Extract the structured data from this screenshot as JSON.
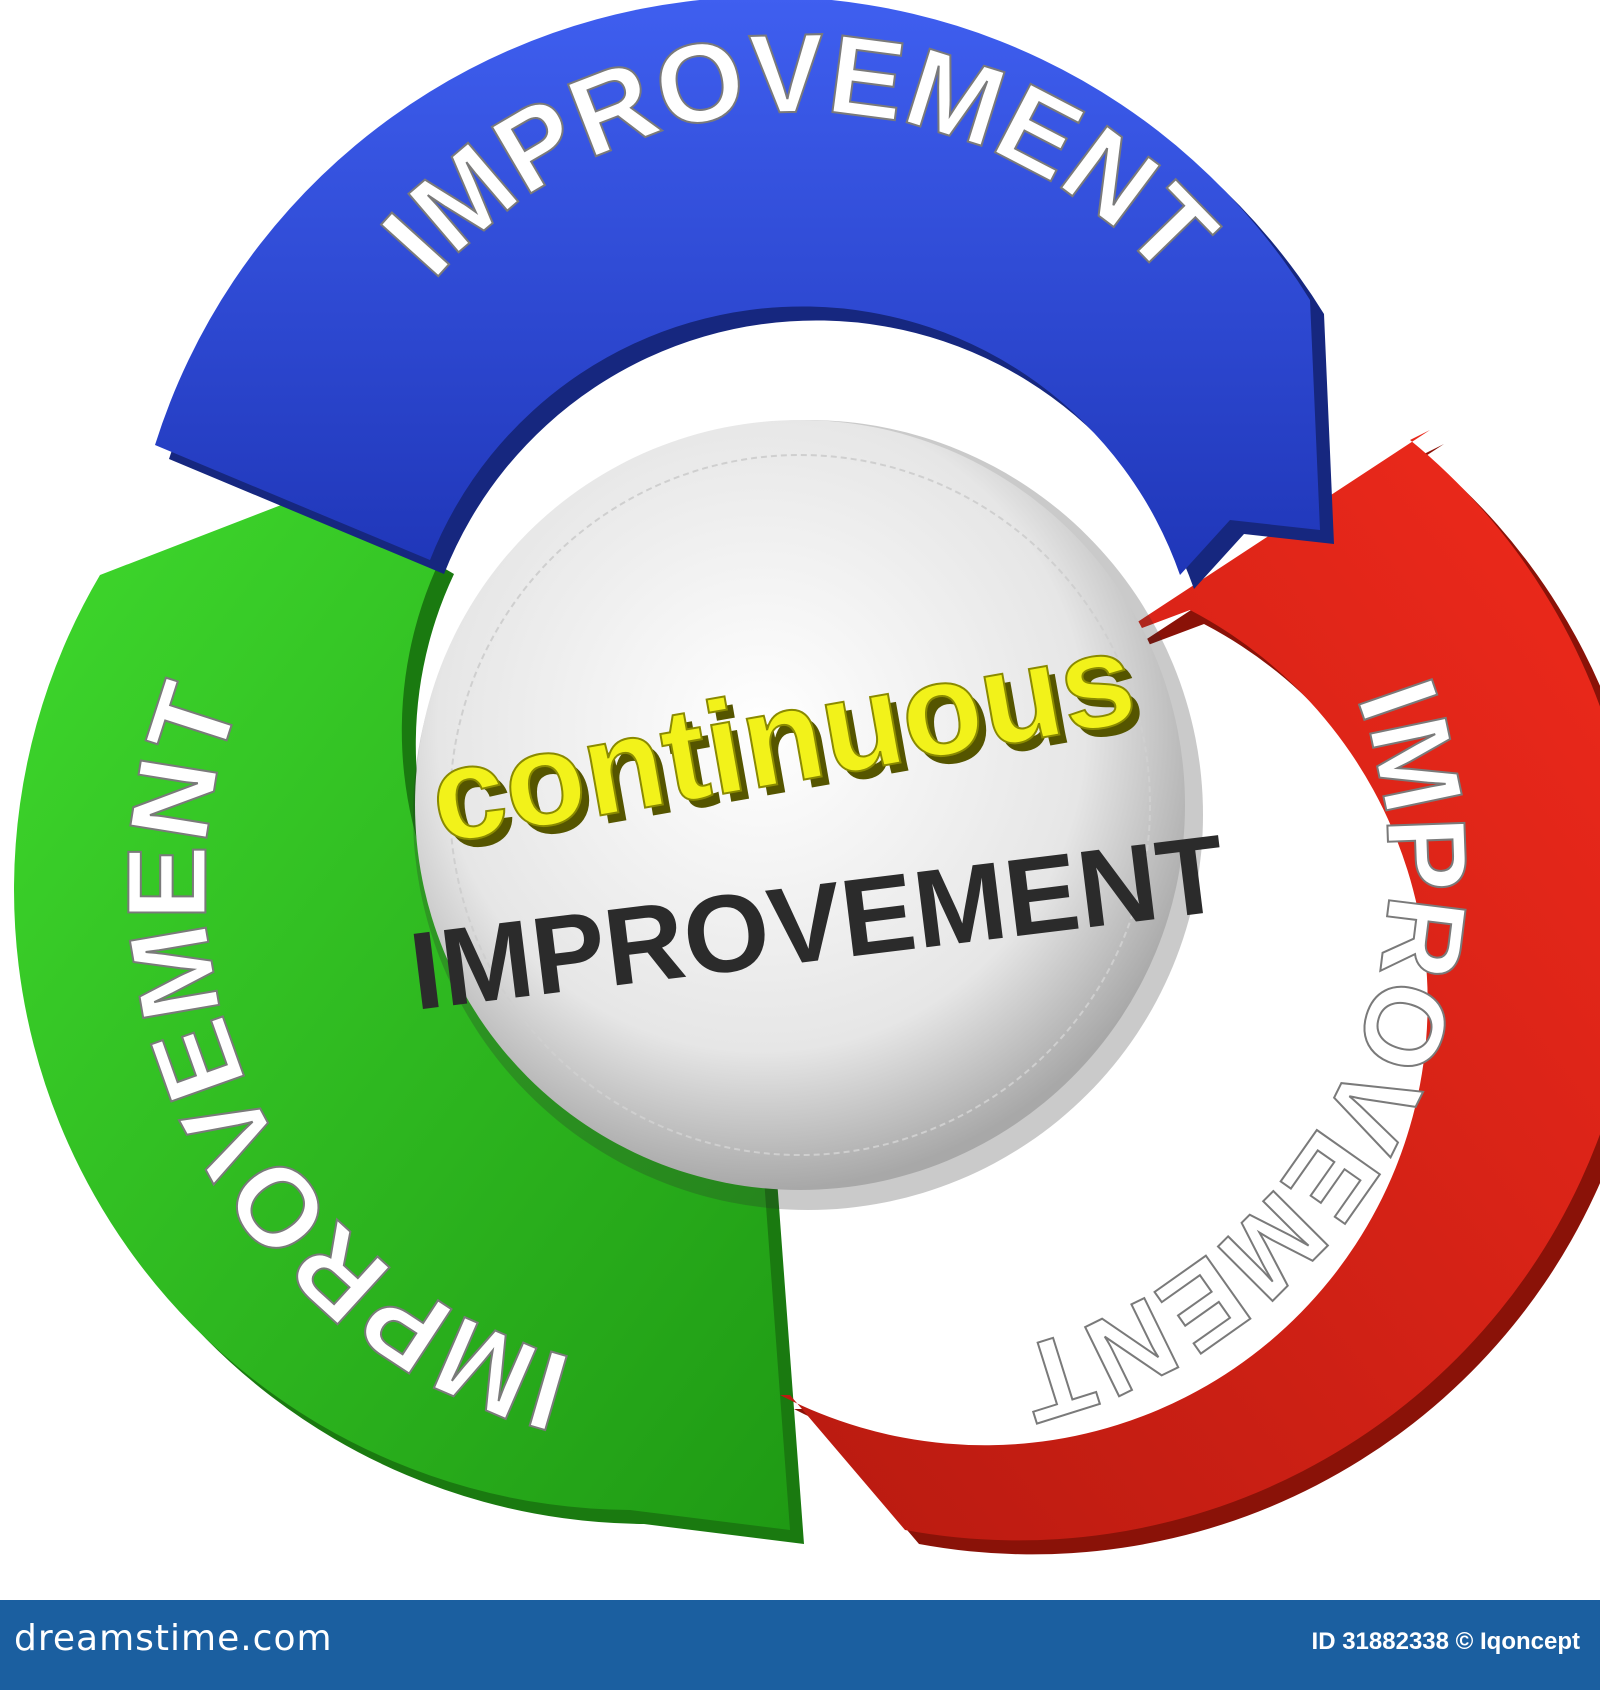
{
  "center": {
    "line1": "continuous",
    "line2": "IMPROVEMENT"
  },
  "arrows": [
    {
      "label": "IMPROVEMENT",
      "color": "#2f4fd8"
    },
    {
      "label": "IMPROVEMENT",
      "color": "#e0241b"
    },
    {
      "label": "IMPROVEMENT",
      "color": "#2fc21f"
    }
  ],
  "colors": {
    "center_text_yellow": "#f2f21a",
    "center_text_dark": "#2b2b2b",
    "sphere": "#eeeeee",
    "footer": "#1b5fa0"
  },
  "footer": {
    "brand": "dreamstime.com",
    "id": "ID 31882338 © Iqoncept"
  }
}
